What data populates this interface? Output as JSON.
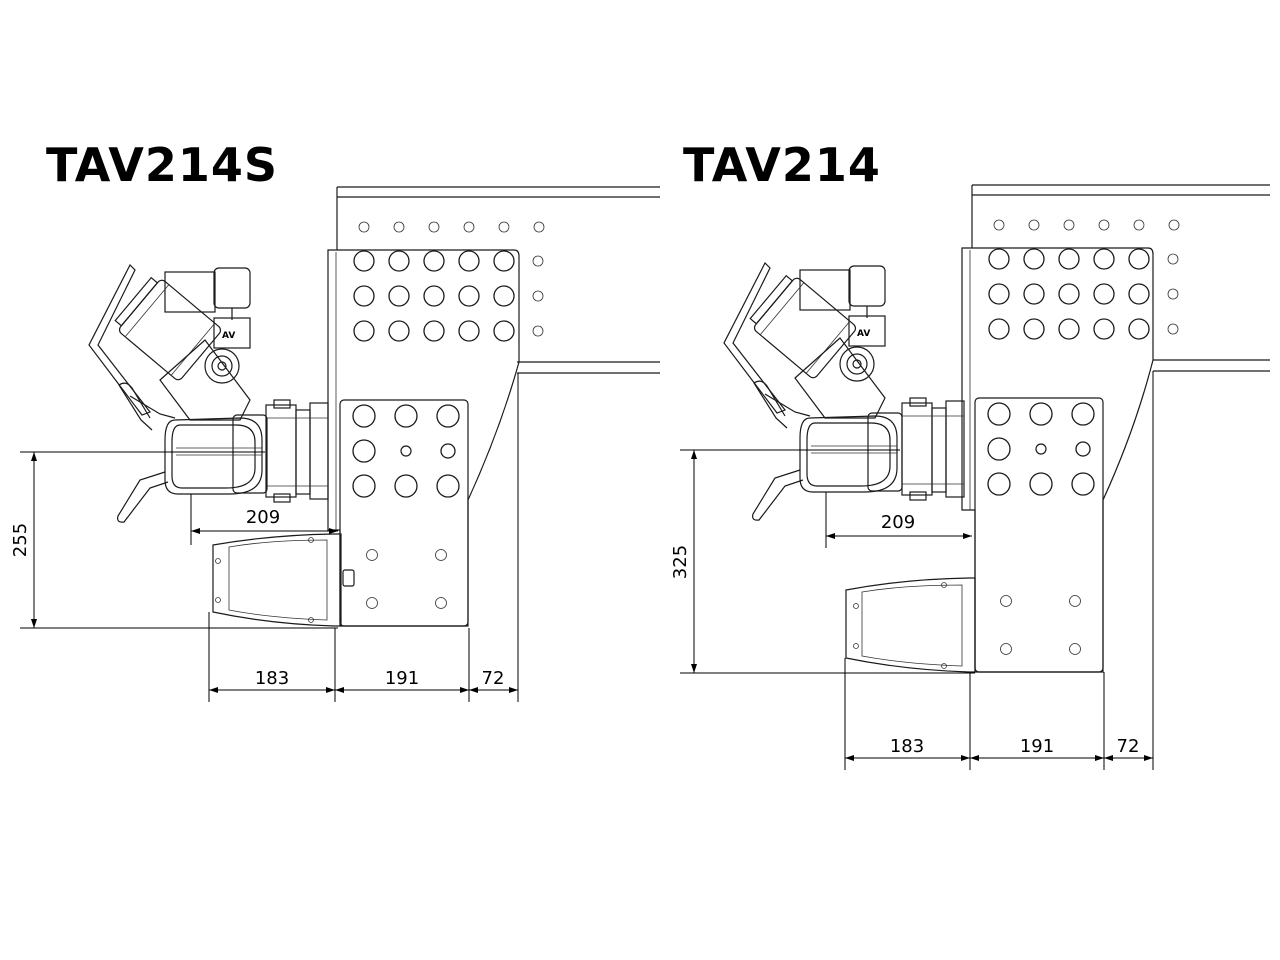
{
  "titles": {
    "left": "TAV214S",
    "right": "TAV214"
  },
  "left": {
    "dim_209": "209",
    "dim_255": "255",
    "dim_183": "183",
    "dim_191": "191",
    "dim_72": "72"
  },
  "right": {
    "dim_209": "209",
    "dim_325": "325",
    "dim_183": "183",
    "dim_191": "191",
    "dim_72": "72"
  },
  "icons": [
    "motor-unit-icon",
    "pressure-gauge-icon",
    "handle-icon",
    "mounting-plate-icon"
  ]
}
